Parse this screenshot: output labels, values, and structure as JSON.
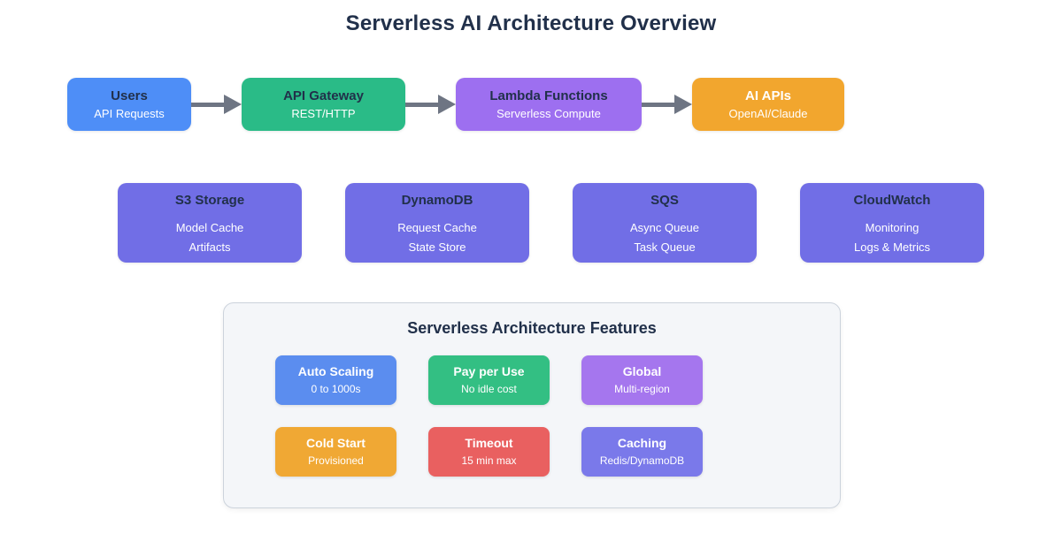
{
  "page": {
    "title": "Serverless AI Architecture Overview"
  },
  "colors": {
    "title_text": "#21304a",
    "node_title_dark": "#21304a",
    "node_text_light": "#ffffff",
    "arrow": "#6e7583",
    "panel_bg": "#f4f6f9",
    "panel_border": "#ccd3dc"
  },
  "flow": {
    "nodes": [
      {
        "title": "Users",
        "subtitle": "API Requests",
        "bg": "#4e8ef7",
        "title_color": "#21304a"
      },
      {
        "title": "API Gateway",
        "subtitle": "REST/HTTP",
        "bg": "#2abb87",
        "title_color": "#21304a"
      },
      {
        "title": "Lambda Functions",
        "subtitle": "Serverless Compute",
        "bg": "#9d6ff0",
        "title_color": "#21304a"
      },
      {
        "title": "AI APIs",
        "subtitle": "OpenAI/Claude",
        "bg": "#f2a62e",
        "title_color": "#ffffff"
      }
    ]
  },
  "services": [
    {
      "title": "S3 Storage",
      "lines": [
        "Model Cache",
        "Artifacts"
      ],
      "bg": "#716ee6",
      "title_color": "#21304a"
    },
    {
      "title": "DynamoDB",
      "lines": [
        "Request Cache",
        "State Store"
      ],
      "bg": "#716ee6",
      "title_color": "#21304a"
    },
    {
      "title": "SQS",
      "lines": [
        "Async Queue",
        "Task Queue"
      ],
      "bg": "#716ee6",
      "title_color": "#21304a"
    },
    {
      "title": "CloudWatch",
      "lines": [
        "Monitoring",
        "Logs & Metrics"
      ],
      "bg": "#716ee6",
      "title_color": "#21304a"
    }
  ],
  "features": {
    "title": "Serverless Architecture Features",
    "items": [
      {
        "title": "Auto Scaling",
        "subtitle": "0 to 1000s",
        "bg": "#5b8def"
      },
      {
        "title": "Pay per Use",
        "subtitle": "No idle cost",
        "bg": "#33bf83"
      },
      {
        "title": "Global",
        "subtitle": "Multi-region",
        "bg": "#a576ee"
      },
      {
        "title": "Cold Start",
        "subtitle": "Provisioned",
        "bg": "#f0a834"
      },
      {
        "title": "Timeout",
        "subtitle": "15 min max",
        "bg": "#e96060"
      },
      {
        "title": "Caching",
        "subtitle": "Redis/DynamoDB",
        "bg": "#7a79ea"
      }
    ]
  }
}
